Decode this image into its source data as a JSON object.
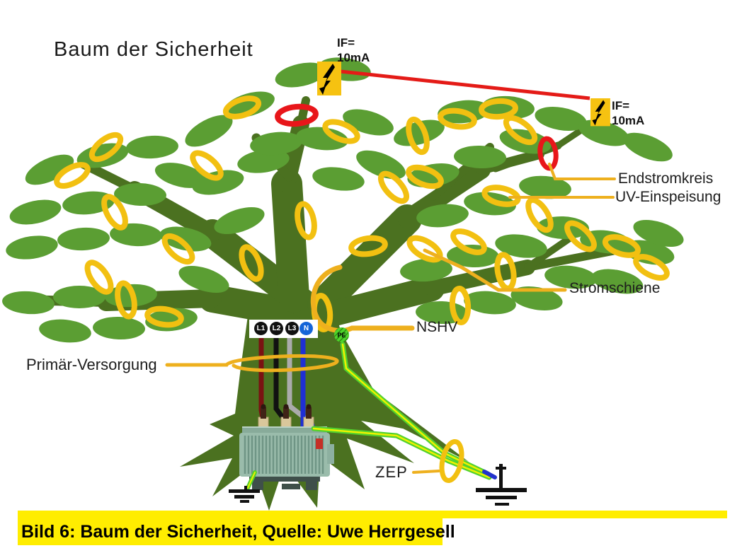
{
  "title": "Baum der Sicherheit",
  "caption": "Bild 6: Baum der Sicherheit, Quelle: Uwe Herrgesell",
  "colors": {
    "leaf": "#5b9e33",
    "trunk": "#4b7120",
    "ring_gold": "#f2c011",
    "ring_red": "#e8161a",
    "leader_yellow": "#eeb01e",
    "fault_line_red": "#e41b17",
    "lightning_box_yellow": "#f6c211",
    "highlight_yellow": "#ffed00",
    "pe_green": "#52d12e",
    "pe_core_yellow": "#eef200",
    "transformer_body": "#9abcab",
    "transformer_fins": "#6f9585"
  },
  "fault_markers": [
    {
      "line1": "IF=",
      "line2": "10mA"
    },
    {
      "line1": "IF=",
      "line2": "10mA"
    }
  ],
  "labels": {
    "endstromkreis": "Endstromkreis",
    "uv_einspeisung": "UV-Einspeisung",
    "stromschiene": "Stromschiene",
    "nshv": "NSHV",
    "primaer_versorgung": "Primär-Versorgung",
    "zep": "ZEP"
  },
  "conductors": [
    {
      "label": "L1",
      "color": "#7a1212"
    },
    {
      "label": "L2",
      "color": "#111111"
    },
    {
      "label": "L3",
      "color": "#ababab"
    },
    {
      "label": "N",
      "color": "#1f2fd4"
    },
    {
      "label": "PE",
      "color": "#3fbf1f"
    }
  ]
}
